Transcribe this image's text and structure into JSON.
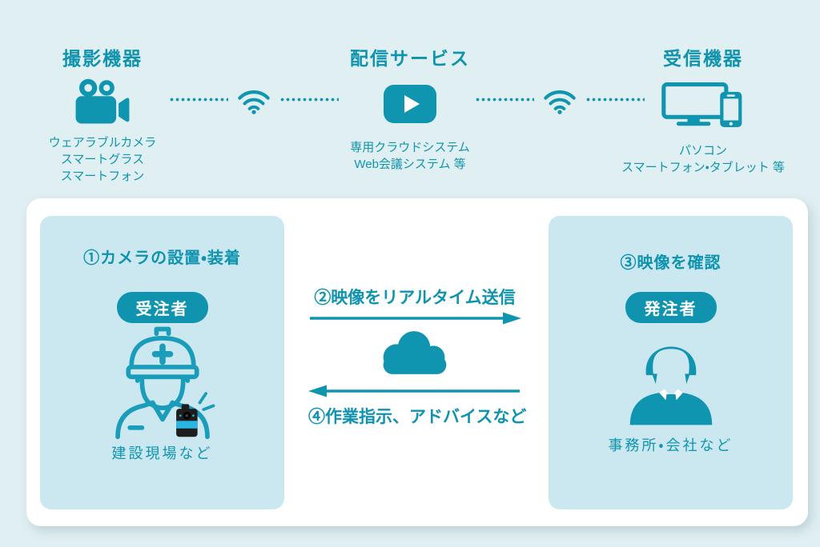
{
  "colors": {
    "background": "#e0eff1",
    "card": "#ffffff",
    "panel": "#cbe7ef",
    "accent": "#1095b1",
    "badge_text": "#ffffff",
    "device_body": "#1e1e1e",
    "device_band": "#2bb5e2"
  },
  "top": {
    "columns": [
      {
        "title": "撮影機器",
        "icon": "video-camera-icon",
        "lines": [
          "ウェアラブルカメラ",
          "スマートグラス",
          "スマートフォン"
        ]
      },
      {
        "title": "配信サービス",
        "icon": "play-icon",
        "lines": [
          "専用クラウドシステム",
          "Web会議システム 等"
        ]
      },
      {
        "title": "受信機器",
        "icon": "pc-smartphone-icon",
        "lines": [
          "パソコン",
          "スマートフォン・タブレット 等"
        ]
      }
    ],
    "connector_icon": "wifi-icon"
  },
  "flow": {
    "left": {
      "step": "①カメラの設置・装着",
      "badge": "受注者",
      "icon": "helmet-worker-icon",
      "caption": "建設現場など"
    },
    "center": {
      "send_label": "②映像をリアルタイム送信",
      "return_label": "④作業指示、アドバイスなど",
      "icon": "cloud-icon"
    },
    "right": {
      "step": "③映像を確認",
      "badge": "発注者",
      "icon": "office-worker-icon",
      "caption": "事務所・会社など"
    }
  }
}
